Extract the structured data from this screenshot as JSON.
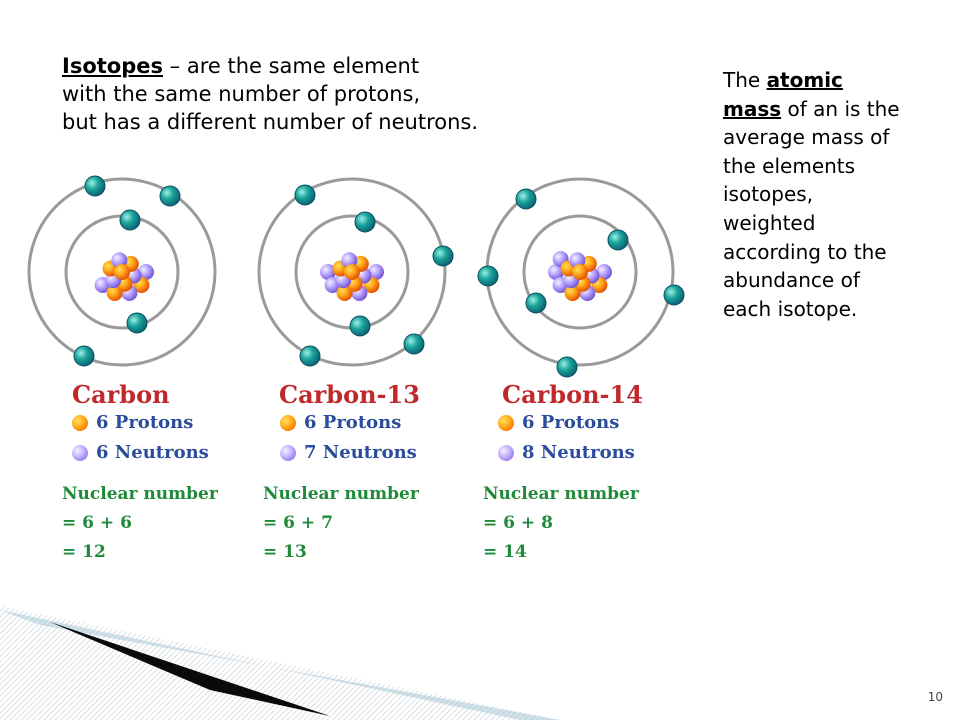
{
  "intro": {
    "term": "Isotopes",
    "line1_rest": " – are the same element",
    "line2": "with the same number of protons,",
    "line3": "but has a different number of neutrons."
  },
  "side": {
    "prefix": "The ",
    "term1": "atomic",
    "term2": "mass",
    "rest": " of an is the average mass of the elements isotopes, weighted according to the abundance of each isotope."
  },
  "isotopes": [
    {
      "name": "Carbon",
      "protons": "6 Protons",
      "neutrons": "6 Neutrons",
      "nuclear_label": "Nuclear number",
      "equation": "= 6 + 6",
      "result": "= 12",
      "proton_count": 6,
      "neutron_count": 6
    },
    {
      "name": "Carbon-13",
      "protons": "6 Protons",
      "neutrons": "7 Neutrons",
      "nuclear_label": "Nuclear number",
      "equation": "= 6 + 7",
      "result": "= 13",
      "proton_count": 6,
      "neutron_count": 7
    },
    {
      "name": "Carbon-14",
      "protons": "6 Protons",
      "neutrons": "8 Neutrons",
      "nuclear_label": "Nuclear number",
      "equation": "= 6 + 8",
      "result": "= 14",
      "proton_count": 6,
      "neutron_count": 8
    }
  ],
  "colors": {
    "title_red": "#c0292b",
    "legend_blue": "#2b4c9a",
    "nuclear_green": "#1f8a3a",
    "electron_teal": "#1aa39a",
    "orbit_gray": "#9a9a9a"
  },
  "page_number": "10"
}
